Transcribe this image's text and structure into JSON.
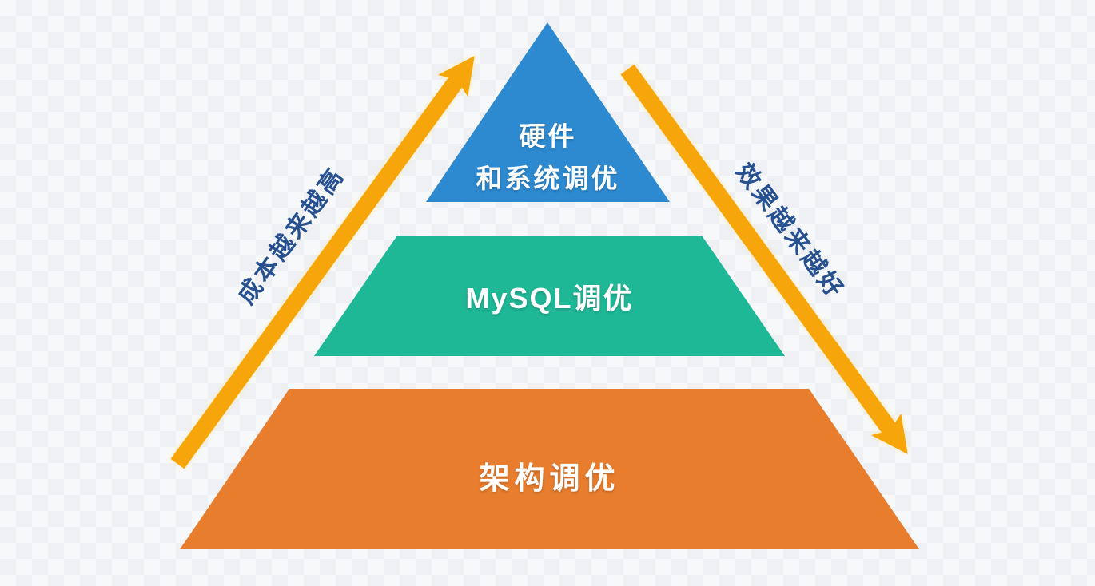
{
  "diagram": {
    "type": "pyramid",
    "levels": [
      {
        "id": "top",
        "line1": "硬件",
        "line2": "和系统调优",
        "color": "#2e8ad0"
      },
      {
        "id": "middle",
        "line1": "MySQL调优",
        "color": "#1fb897"
      },
      {
        "id": "bottom",
        "line1": "架构调优",
        "color": "#e87d2e"
      }
    ],
    "annotations": {
      "left": {
        "label": "成本越来越高",
        "icon": "arrow-up-icon",
        "direction": "up"
      },
      "right": {
        "label": "效果越来越好",
        "icon": "arrow-down-icon",
        "direction": "down"
      }
    },
    "colors": {
      "arrow": "#f6a50a",
      "annotation_text": "#26508f",
      "level_text": "#ffffff",
      "background": "#f7f8fa"
    }
  }
}
